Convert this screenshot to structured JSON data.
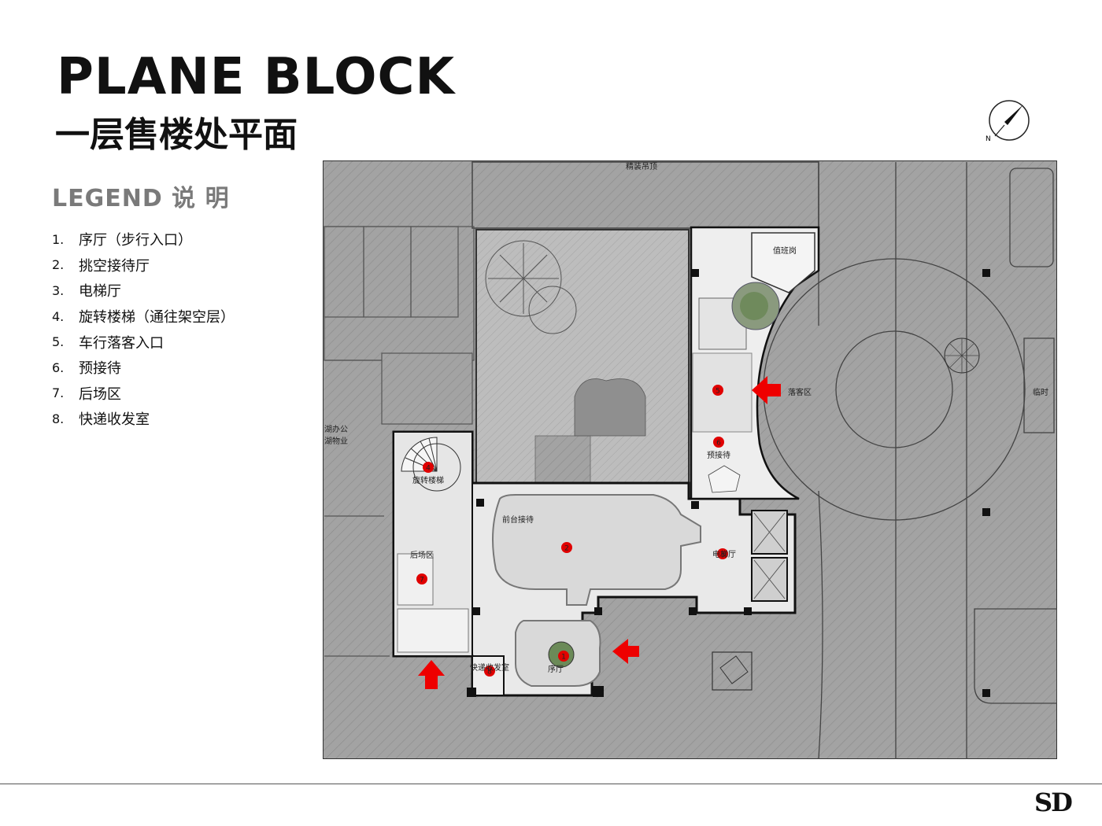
{
  "title": "PLANE BLOCK",
  "subtitle": "一层售楼处平面",
  "legend": {
    "heading": "LEGEND  说 明",
    "items": [
      {
        "num": "1.",
        "label": "序厅（步行入口）"
      },
      {
        "num": "2.",
        "label": "挑空接待厅"
      },
      {
        "num": "3.",
        "label": "电梯厅"
      },
      {
        "num": "4.",
        "label": "旋转楼梯（通往架空层）"
      },
      {
        "num": "5.",
        "label": "车行落客入口"
      },
      {
        "num": "6.",
        "label": "预接待"
      },
      {
        "num": "7.",
        "label": "后场区"
      },
      {
        "num": "8.",
        "label": "快递收发室"
      }
    ]
  },
  "plan": {
    "ceiling_label": "精装吊顶",
    "duty_room": "值班岗",
    "dropoff": "落客区",
    "temp_parking": "临时",
    "office_label_1": "湖办公",
    "office_label_2": "湖物业",
    "front_desk": "前台接待",
    "stair_label": "旋转楼梯",
    "backstage": "后场区",
    "elevator_hall": "电梯厅",
    "prereception": "预接待",
    "foyer": "序厅",
    "courier": "快递收发室",
    "markers": [
      "1",
      "2",
      "3",
      "4",
      "5",
      "6",
      "7",
      "8"
    ]
  },
  "logo": "SD",
  "colors": {
    "hatch": "#9a9a9a",
    "floor": "#e9e9e9",
    "wall": "#111111",
    "marker": "#e00000",
    "arrow": "#ee0000"
  }
}
